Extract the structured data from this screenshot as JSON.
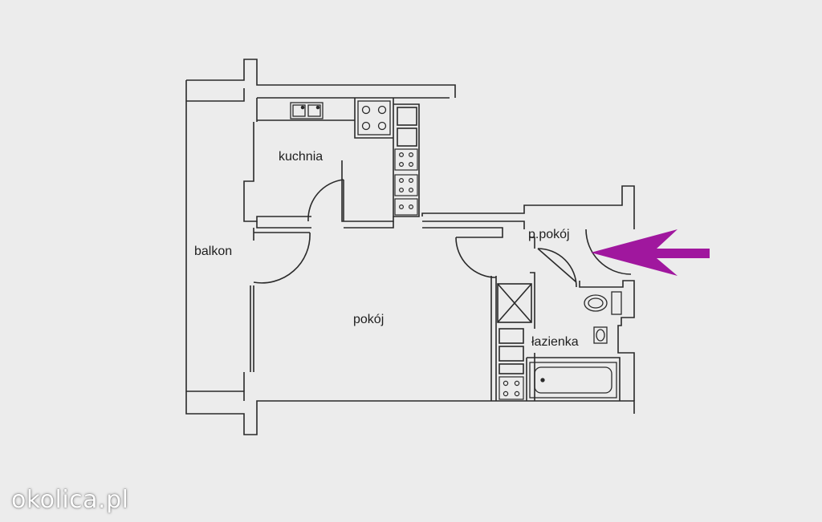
{
  "rooms": {
    "kitchen": "kuchnia",
    "balcony": "balkon",
    "living_room": "pokój",
    "hallway": "p.pokój",
    "bathroom": "łazienka"
  },
  "watermark": {
    "text": "okolica.pl"
  },
  "colors": {
    "background": "#ececec",
    "walls": "#2a2a2a",
    "arrow": "#a0179e"
  },
  "icons": [
    "sink-icon",
    "stove-icon",
    "toilet-icon",
    "washbasin-icon",
    "bathtub-icon",
    "arrow-left-icon"
  ]
}
